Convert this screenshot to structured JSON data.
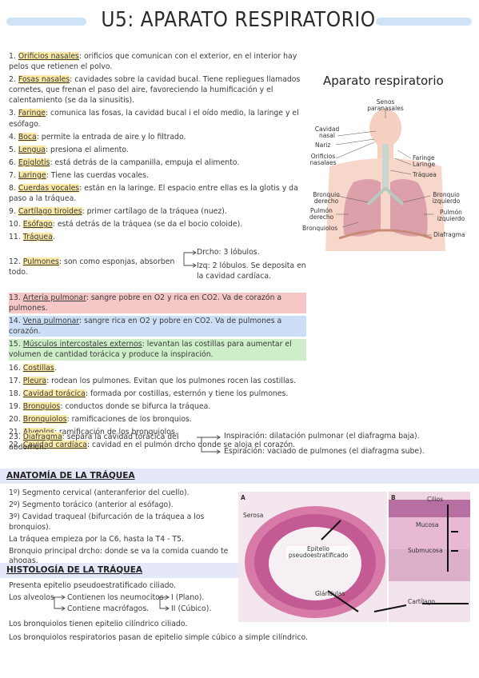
{
  "title": "U5: APARATO RESPIRATORIO",
  "items": [
    {
      "num": "1.",
      "term": "Orificios nasales",
      "hl": "y",
      "text": ": orificios que comunican con el exterior, en el interior hay pelos que retienen el polvo."
    },
    {
      "num": "2.",
      "term": "Fosas nasales",
      "hl": "y",
      "text": ": cavidades sobre la cavidad bucal. Tiene repliegues llamados cornetes, que frenan el paso del aire, favoreciendo la humificación y el calentamiento (se da la sinusitis)."
    },
    {
      "num": "3.",
      "term": "Faringe",
      "hl": "y",
      "text": ": comunica las fosas, la cavidad bucal i el oído medio, la laringe y el esófago."
    },
    {
      "num": "4.",
      "term": "Boca",
      "hl": "y",
      "text": ": permite la entrada de aire y lo filtrado."
    },
    {
      "num": "5.",
      "term": "Lengua",
      "hl": "y",
      "text": ": presiona el alimento."
    },
    {
      "num": "6.",
      "term": "Epiglotis",
      "hl": "y",
      "text": ": está detrás de la campanilla, empuja el alimento."
    },
    {
      "num": "7.",
      "term": "Laringe",
      "hl": "y",
      "text": ": Tiene las cuerdas vocales."
    },
    {
      "num": "8.",
      "term": "Cuerdas vocales",
      "hl": "y",
      "text": ": están en la laringe. El espacio entre ellas es la glotis y da paso a la tráquea."
    },
    {
      "num": "9.",
      "term": "Cartílago tiroides",
      "hl": "y",
      "text": ": primer cartílago de la tráquea (nuez)."
    },
    {
      "num": "10.",
      "term": "Esófago",
      "hl": "y",
      "text": ": está detrás de la tráquea (se da el bocio coloide)."
    },
    {
      "num": "11.",
      "term": "Tráquea",
      "hl": "y",
      "text": "."
    }
  ],
  "pulmones": {
    "num": "12.",
    "term": "Pulmones",
    "text": ": son como esponjas, absorben todo.",
    "right": "Drcho: 3 lóbulos.",
    "left": "Izq: 2 lóbulos. Se deposita en la cavidad cardíaca."
  },
  "items2": [
    {
      "num": "13.",
      "term": "Arteria pulmonar",
      "hl": "p",
      "text": ": sangre pobre en O2 y rica en CO2. Va de corazón a pulmones."
    },
    {
      "num": "14.",
      "term": "Vena pulmonar",
      "hl": "b",
      "text": ": sangre rica en O2 y pobre en CO2. Va de pulmones a corazón."
    },
    {
      "num": "15.",
      "term": "Músculos intercostales externos",
      "hl": "g",
      "text": ": levantan las costillas para aumentar el volumen de cantidad torácica y produce la inspiración."
    },
    {
      "num": "16.",
      "term": "Costillas",
      "hl": "y",
      "text": "."
    },
    {
      "num": "17.",
      "term": "Pleura",
      "hl": "y",
      "text": ": rodean los pulmones. Evitan que los pulmones rocen las costillas."
    },
    {
      "num": "18.",
      "term": "Cavidad torácica",
      "hl": "y",
      "text": ": formada por costillas, esternón y tiene los pulmones."
    },
    {
      "num": "19.",
      "term": "Bronquios",
      "hl": "y",
      "text": ": conductos donde se bifurca la tráquea."
    },
    {
      "num": "20.",
      "term": "Bronquiolos",
      "hl": "y",
      "text": ": ramificaciones de los bronquios."
    },
    {
      "num": "21.",
      "term": "Alveolos",
      "hl": "y",
      "text": ": ramificación de los bronquiolos."
    },
    {
      "num": "22.",
      "term": "Cavidad cardíaca",
      "hl": "y",
      "text": ": cavidad en el pulmón drcho donde se aloja el corazón."
    }
  ],
  "diafragma": {
    "num": "23.",
    "term": "Diafragma",
    "text": ": separa la cavidad torácica del abdomen.",
    "insp": "Inspiración: dilatación pulmonar (el diafragma baja).",
    "esp": "Espiración: vaciado de pulmones (el diafragma sube)."
  },
  "figure": {
    "title": "Aparato respiratorio",
    "labels": {
      "senos": "Senos paranasales",
      "cavidad": "Cavidad nasal",
      "nariz": "Nariz",
      "orificios": "Orificios nasalaes",
      "faringe": "Faringe",
      "laringe": "Laringe",
      "traquea": "Tráquea",
      "bronquio_d": "Bronquio derecho",
      "bronquio_i": "Bronquio izquierdo",
      "pulmon_d": "Pulmón derecho",
      "pulmon_i": "Pulmón izquierdo",
      "bronquiolos": "Bronquiolos",
      "diafragma": "Diafragma"
    }
  },
  "anatomia": {
    "heading": "Anatomía de la tráquea",
    "lines": [
      "1º) Segmento cervical (anteranferior del cuello).",
      "2º) Segmento torácico (anterior al esófago).",
      "3º) Cavidad traqueal (bifurcación de la tráquea a los bronquios).",
      "La tráquea empieza por la C6, hasta la T4 - T5.",
      "Bronquio principal drcho: donde se va la comida cuando te ahogas."
    ]
  },
  "histologia": {
    "heading": "Histología de la tráquea",
    "line1": "Presenta epitelio pseudoestratificado ciliado.",
    "alveolos": "Los alveolos",
    "a1": "Contienen los neumocitos.",
    "a2": "Contiene macrófagos.",
    "t1": "I (Plano).",
    "t2": "II (Cúbico).",
    "line2": "Los bronquiolos tienen epitelio cilíndrico ciliado.",
    "line3": "Los bronquiolos respiratorios pasan de epitelio simple cúbico a simple cilíndrico."
  },
  "histo_image": {
    "A": "A",
    "B": "B",
    "serosa": "Serosa",
    "epitelio": "Epitelio pseudoestratificado",
    "glandulas": "Glándulas",
    "cilios": "Cilios",
    "mucosa": "Mucosa",
    "submucosa": "Submucosa",
    "cartilago": "Cartílago"
  }
}
